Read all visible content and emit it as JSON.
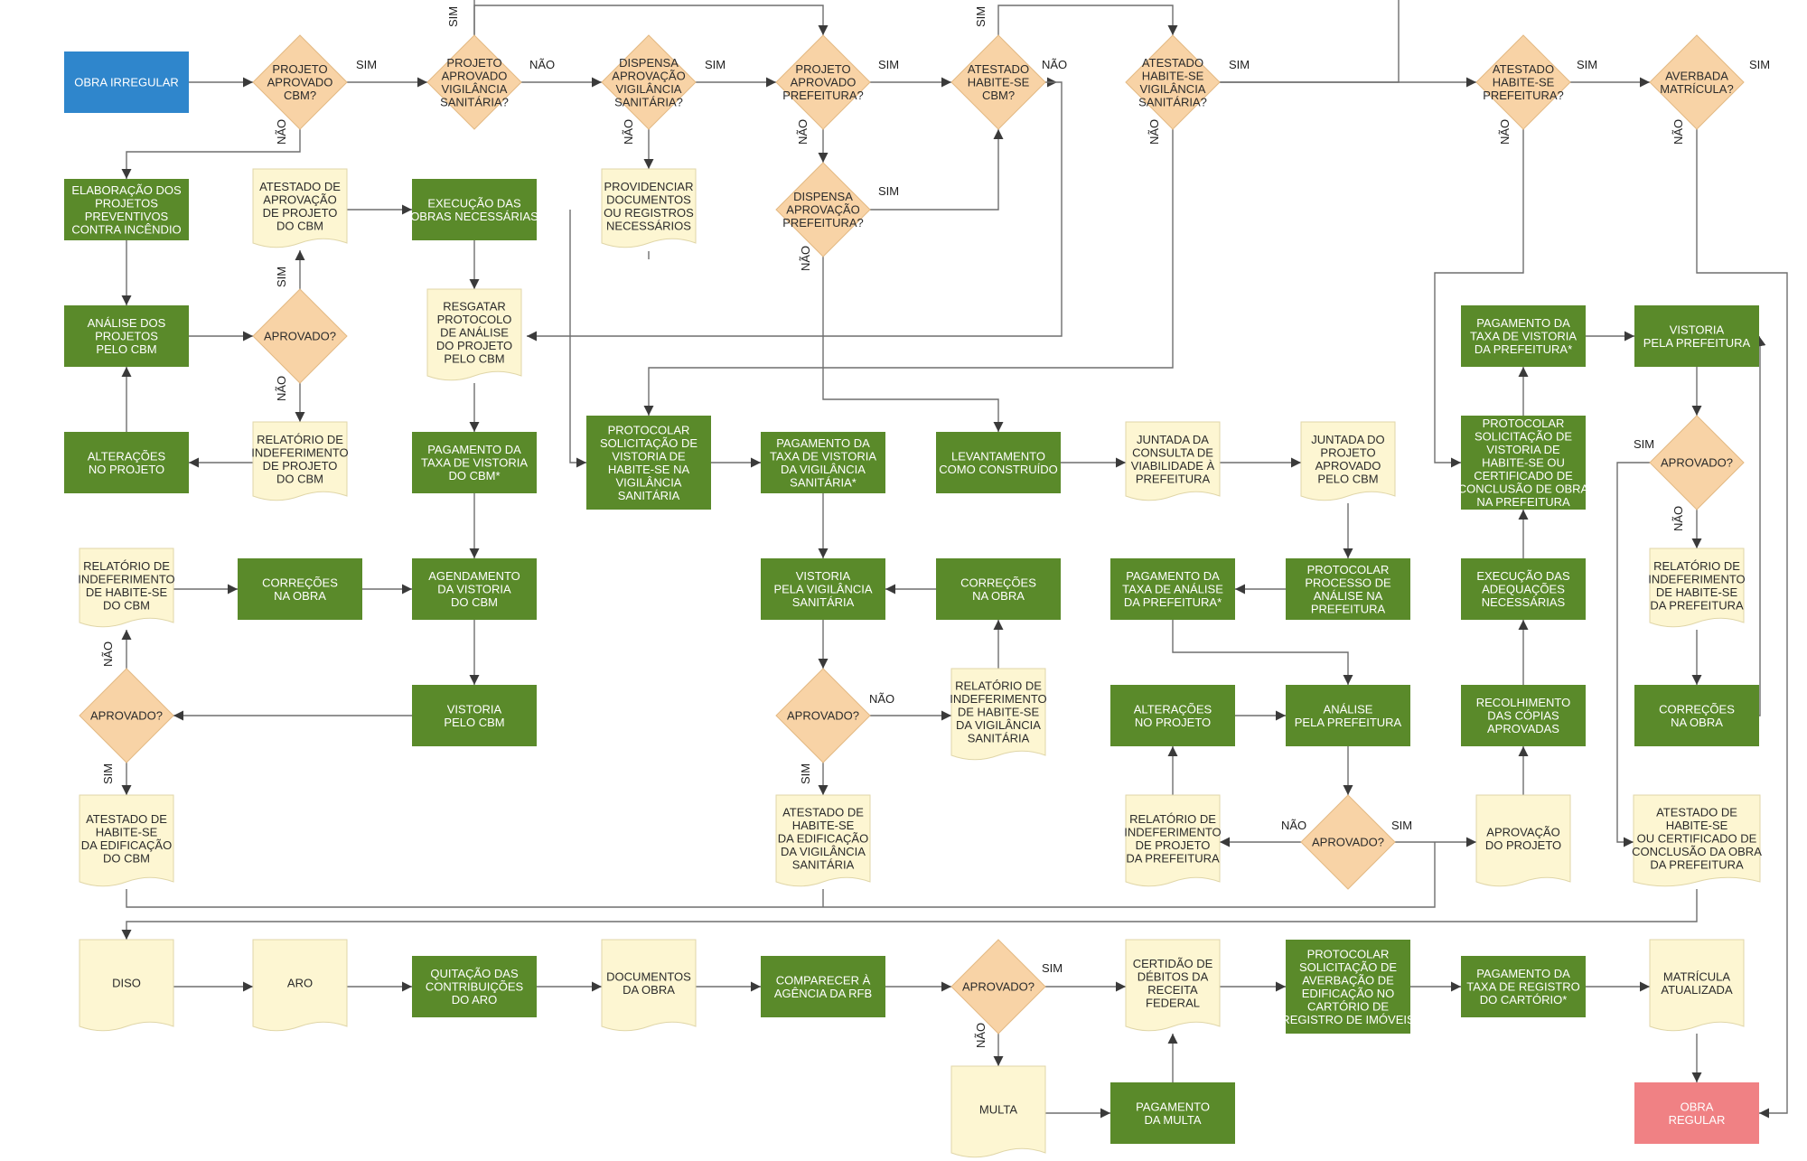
{
  "colors": {
    "start": "#2f86cc",
    "process": "#5a8a2a",
    "decision": "#f8d3a6",
    "document": "#fdf6d2",
    "end": "#f08184",
    "line": "#6e6e6e"
  },
  "labels": {
    "yes": "SIM",
    "no": "NÃO"
  },
  "nodes": {
    "obra_irregular": "OBRA IRREGULAR",
    "projeto_aprovado_cbm": "PROJETO\nAPROVADO\nCBM?",
    "projeto_aprovado_vig": "PROJETO\nAPROVADO\nVIGILÂNCIA\nSANITÁRIA?",
    "dispensa_aprov_vig": "DISPENSA\nAPROVAÇÃO\nVIGILÂNCIA\nSANITÁRIA?",
    "projeto_aprovado_pref": "PROJETO\nAPROVADO\nPREFEITURA?",
    "atestado_habite_cbm_q": "ATESTADO\nHABITE-SE\nCBM?",
    "atestado_habite_vig_q": "ATESTADO\nHABITE-SE\nVIGILÂNCIA\nSANITÁRIA?",
    "atestado_habite_pref_q": "ATESTADO\nHABITE-SE\nPREFEITURA?",
    "averbada_matricula_q": "AVERBADA\nMATRÍCULA?",
    "elaboracao_projetos": "ELABORAÇÃO DOS\nPROJETOS\nPREVENTIVOS\nCONTRA INCÊNDIO",
    "atestado_aprov_projeto_cbm": "ATESTADO DE\nAPROVAÇÃO\nDE PROJETO\nDO CBM",
    "execucao_obras": "EXECUÇÃO DAS\nOBRAS NECESSÁRIAS",
    "providenciar_docs": "PROVIDENCIAR\nDOCUMENTOS\nOU REGISTROS\nNECESSÁRIOS",
    "dispensa_aprov_pref": "DISPENSA\nAPROVAÇÃO\nPREFEITURA?",
    "analise_cbm": "ANÁLISE DOS\nPROJETOS\nPELO CBM",
    "aprovado_cbm_proj": "APROVADO?",
    "resgatar_protocolo": "RESGATAR\nPROTOCOLO\nDE ANÁLISE\nDO PROJETO\nPELO CBM",
    "alteracoes_projeto_cbm": "ALTERAÇÕES\nNO PROJETO",
    "relatorio_indef_proj_cbm": "RELATÓRIO DE\nINDEFERIMENTO\nDE PROJETO\nDO CBM",
    "pagamento_taxa_vist_cbm": "PAGAMENTO DA\nTAXA DE VISTORIA\nDO CBM*",
    "protocolar_habite_vig": "PROTOCOLAR\nSOLICITAÇÃO DE\nVISTORIA DE\nHABITE-SE NA\nVIGILÂNCIA\nSANITÁRIA",
    "pagamento_taxa_vist_vig": "PAGAMENTO DA\nTAXA DE VISTORIA\nDA VIGILÂNCIA\nSANITÁRIA*",
    "levantamento": "LEVANTAMENTO\nCOMO CONSTRUÍDO",
    "juntada_consulta": "JUNTADA DA\nCONSULTA DE\nVIABILIDADE À\nPREFEITURA",
    "juntada_projeto": "JUNTADA DO\nPROJETO\nAPROVADO\nPELO CBM",
    "pagamento_taxa_vist_pref": "PAGAMENTO DA\nTAXA DE VISTORIA\nDA PREFEITURA*",
    "vistoria_pref": "VISTORIA\nPELA PREFEITURA",
    "protocolar_habite_pref": "PROTOCOLAR\nSOLICITAÇÃO DE\nVISTORIA DE\nHABITE-SE OU\nCERTIFICADO DE\nCONCLUSÃO DE OBRA\nNA PREFEITURA",
    "aprovado_pref_vist": "APROVADO?",
    "relatorio_indef_habite_cbm": "RELATÓRIO DE\nINDEFERIMENTO\nDE HABITE-SE\nDO CBM",
    "correcoes_obra_cbm": "CORREÇÕES\nNA OBRA",
    "agendamento_vist_cbm": "AGENDAMENTO\nDA VISTORIA\nDO CBM",
    "vistoria_vig": "VISTORIA\nPELA VIGILÂNCIA\nSANITÁRIA",
    "correcoes_obra_vig": "CORREÇÕES\nNA OBRA",
    "pagamento_taxa_analise_pref": "PAGAMENTO DA\nTAXA DE ANÁLISE\nDA PREFEITURA*",
    "protocolar_analise_pref": "PROTOCOLAR\nPROCESSO DE\nANÁLISE NA\nPREFEITURA",
    "execucao_adequacoes": "EXECUÇÃO DAS\nADEQUAÇÕES\nNECESSÁRIAS",
    "relatorio_indef_habite_pref": "RELATÓRIO DE\nINDEFERIMENTO\nDE HABITE-SE\nDA PREFEITURA",
    "aprovado_cbm_vist": "APROVADO?",
    "vistoria_cbm": "VISTORIA\nPELO CBM",
    "aprovado_vig_vist": "APROVADO?",
    "relatorio_indef_habite_vig": "RELATÓRIO DE\nINDEFERIMENTO\nDE HABITE-SE\nDA VIGILÂNCIA\nSANITÁRIA",
    "alteracoes_projeto_pref": "ALTERAÇÕES\nNO PROJETO",
    "analise_pref": "ANÁLISE\nPELA PREFEITURA",
    "recolhimento_copias": "RECOLHIMENTO\nDAS CÓPIAS\nAPROVADAS",
    "correcoes_obra_pref": "CORREÇÕES\nNA OBRA",
    "atestado_habite_cbm_doc": "ATESTADO DE\nHABITE-SE\nDA EDIFICAÇÃO\nDO CBM",
    "atestado_habite_vig_doc": "ATESTADO DE\nHABITE-SE\nDA EDIFICAÇÃO\nDA VIGILÂNCIA\nSANITÁRIA",
    "relatorio_indef_proj_pref": "RELATÓRIO DE\nINDEFERIMENTO\nDE PROJETO\nDA PREFEITURA",
    "aprovado_pref_proj": "APROVADO?",
    "aprovacao_projeto": "APROVAÇÃO\nDO PROJETO",
    "atestado_habite_pref_doc": "ATESTADO DE\nHABITE-SE\nOU CERTIFICADO DE\nCONCLUSÃO DA OBRA\nDA PREFEITURA",
    "diso": "DISO",
    "aro": "ARO",
    "quitacao": "QUITAÇÃO DAS\nCONTRIBUIÇÕES\nDO ARO",
    "documentos_obra": "DOCUMENTOS\nDA OBRA",
    "comparecer_rfb": "COMPARECER À\nAGÊNCIA DA RFB",
    "aprovado_rfb": "APROVADO?",
    "certidao": "CERTIDÃO DE\nDÉBITOS DA\nRECEITA\nFEDERAL",
    "protocolar_averbacao": "PROTOCOLAR\nSOLICITAÇÃO DE\nAVERBAÇÃO DE\nEDIFICAÇÃO NO\nCARTÓRIO DE\nREGISTRO DE IMÓVEIS",
    "pagamento_taxa_registro": "PAGAMENTO DA\nTAXA DE REGISTRO\nDO CARTÓRIO*",
    "matricula_atualizada": "MATRÍCULA\nATUALIZADA",
    "multa": "MULTA",
    "pagamento_multa": "PAGAMENTO\nDA MULTA",
    "obra_regular": "OBRA\nREGULAR"
  }
}
